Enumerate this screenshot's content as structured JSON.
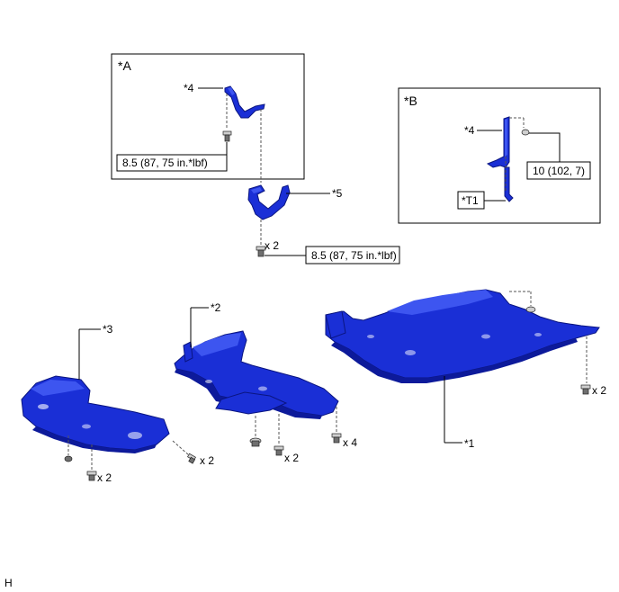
{
  "view_a": {
    "label": "*A"
  },
  "view_b": {
    "label": "*B"
  },
  "callouts": {
    "a_bracket": "*4",
    "b_bracket": "*4",
    "bracket_5": "*5",
    "cover_2": "*2",
    "cover_3": "*3",
    "cover_1": "*1",
    "t1": "*T1"
  },
  "torques": {
    "a_bolt": "8.5 (87, 75 in.*lbf)",
    "b_nut": "10 (102, 7)",
    "bolt_5": "8.5 (87, 75 in.*lbf)"
  },
  "quantities": {
    "bolt_5": "x 2",
    "cover_1": "x 2",
    "cover_2_clips": "x 4",
    "cover_2_bolts": "x 2",
    "cover_3_bolts": "x 2",
    "cover_3_right": "x 2"
  },
  "footer": {
    "code": "H"
  },
  "colors": {
    "part_blue": "#1a2fd6"
  }
}
